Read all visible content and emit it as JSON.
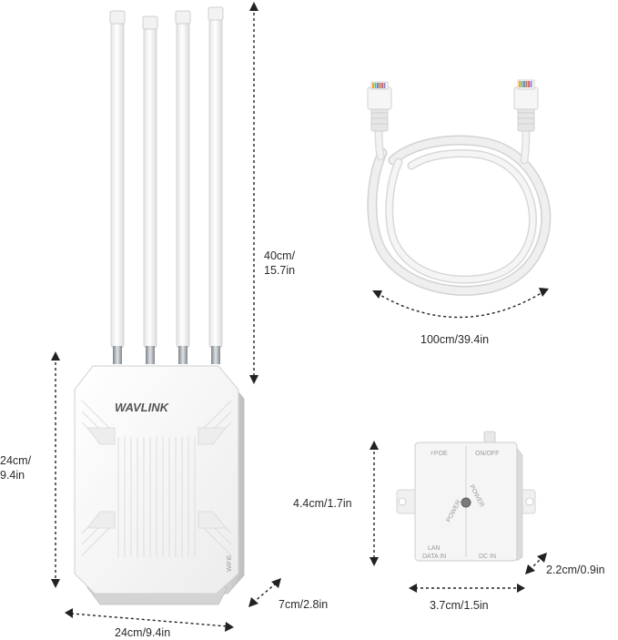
{
  "router": {
    "brand": "WAVLINK",
    "side_badge": "WiFi6",
    "antenna_count": 4
  },
  "cable": {},
  "poe_injector": {
    "label_poe": "⚡POE",
    "label_onoff": "ON/OFF",
    "label_power_left": "POWER",
    "label_power_right": "POWER",
    "label_lan_line1": "LAN",
    "label_lan_line2": "DATA IN",
    "label_dc": "DC IN"
  },
  "dimensions": {
    "antenna_height_line1": "40cm/",
    "antenna_height_line2": "15.7in",
    "cable_length": "100cm/39.4in",
    "router_height_line1": "24cm/",
    "router_height_line2": "9.4in",
    "router_depth": "7cm/2.8in",
    "router_width": "24cm/9.4in",
    "injector_height": "4.4cm/1.7in",
    "injector_width": "3.7cm/1.5in",
    "injector_depth": "2.2cm/0.9in"
  },
  "colors": {
    "device_body": "#f4f4f4",
    "device_edge": "#d6d6d6",
    "line": "#222222",
    "text": "#2a2a2a",
    "connector_metal": "#9aa0a6"
  }
}
